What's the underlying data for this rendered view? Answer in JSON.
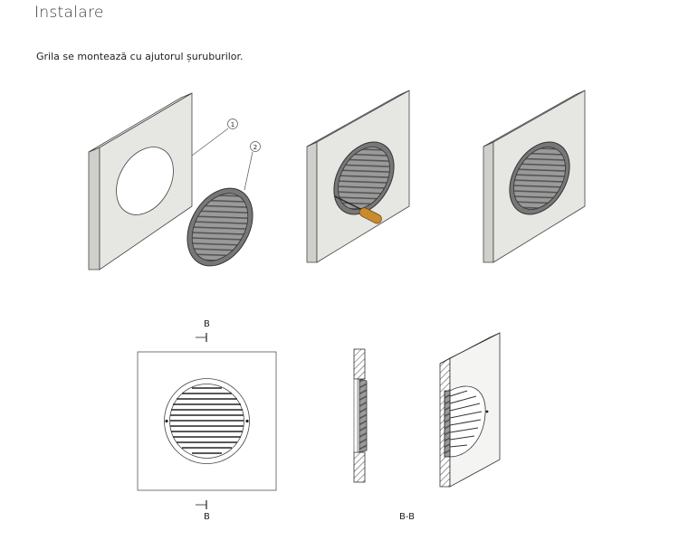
{
  "page": {
    "title": "Instalare",
    "intro": "Grila se montează cu ajutorul șuruburilor."
  },
  "callouts": [
    "1",
    "2"
  ],
  "section": {
    "marker_top": "B",
    "marker_bottom": "B",
    "section_label": "B-B"
  }
}
